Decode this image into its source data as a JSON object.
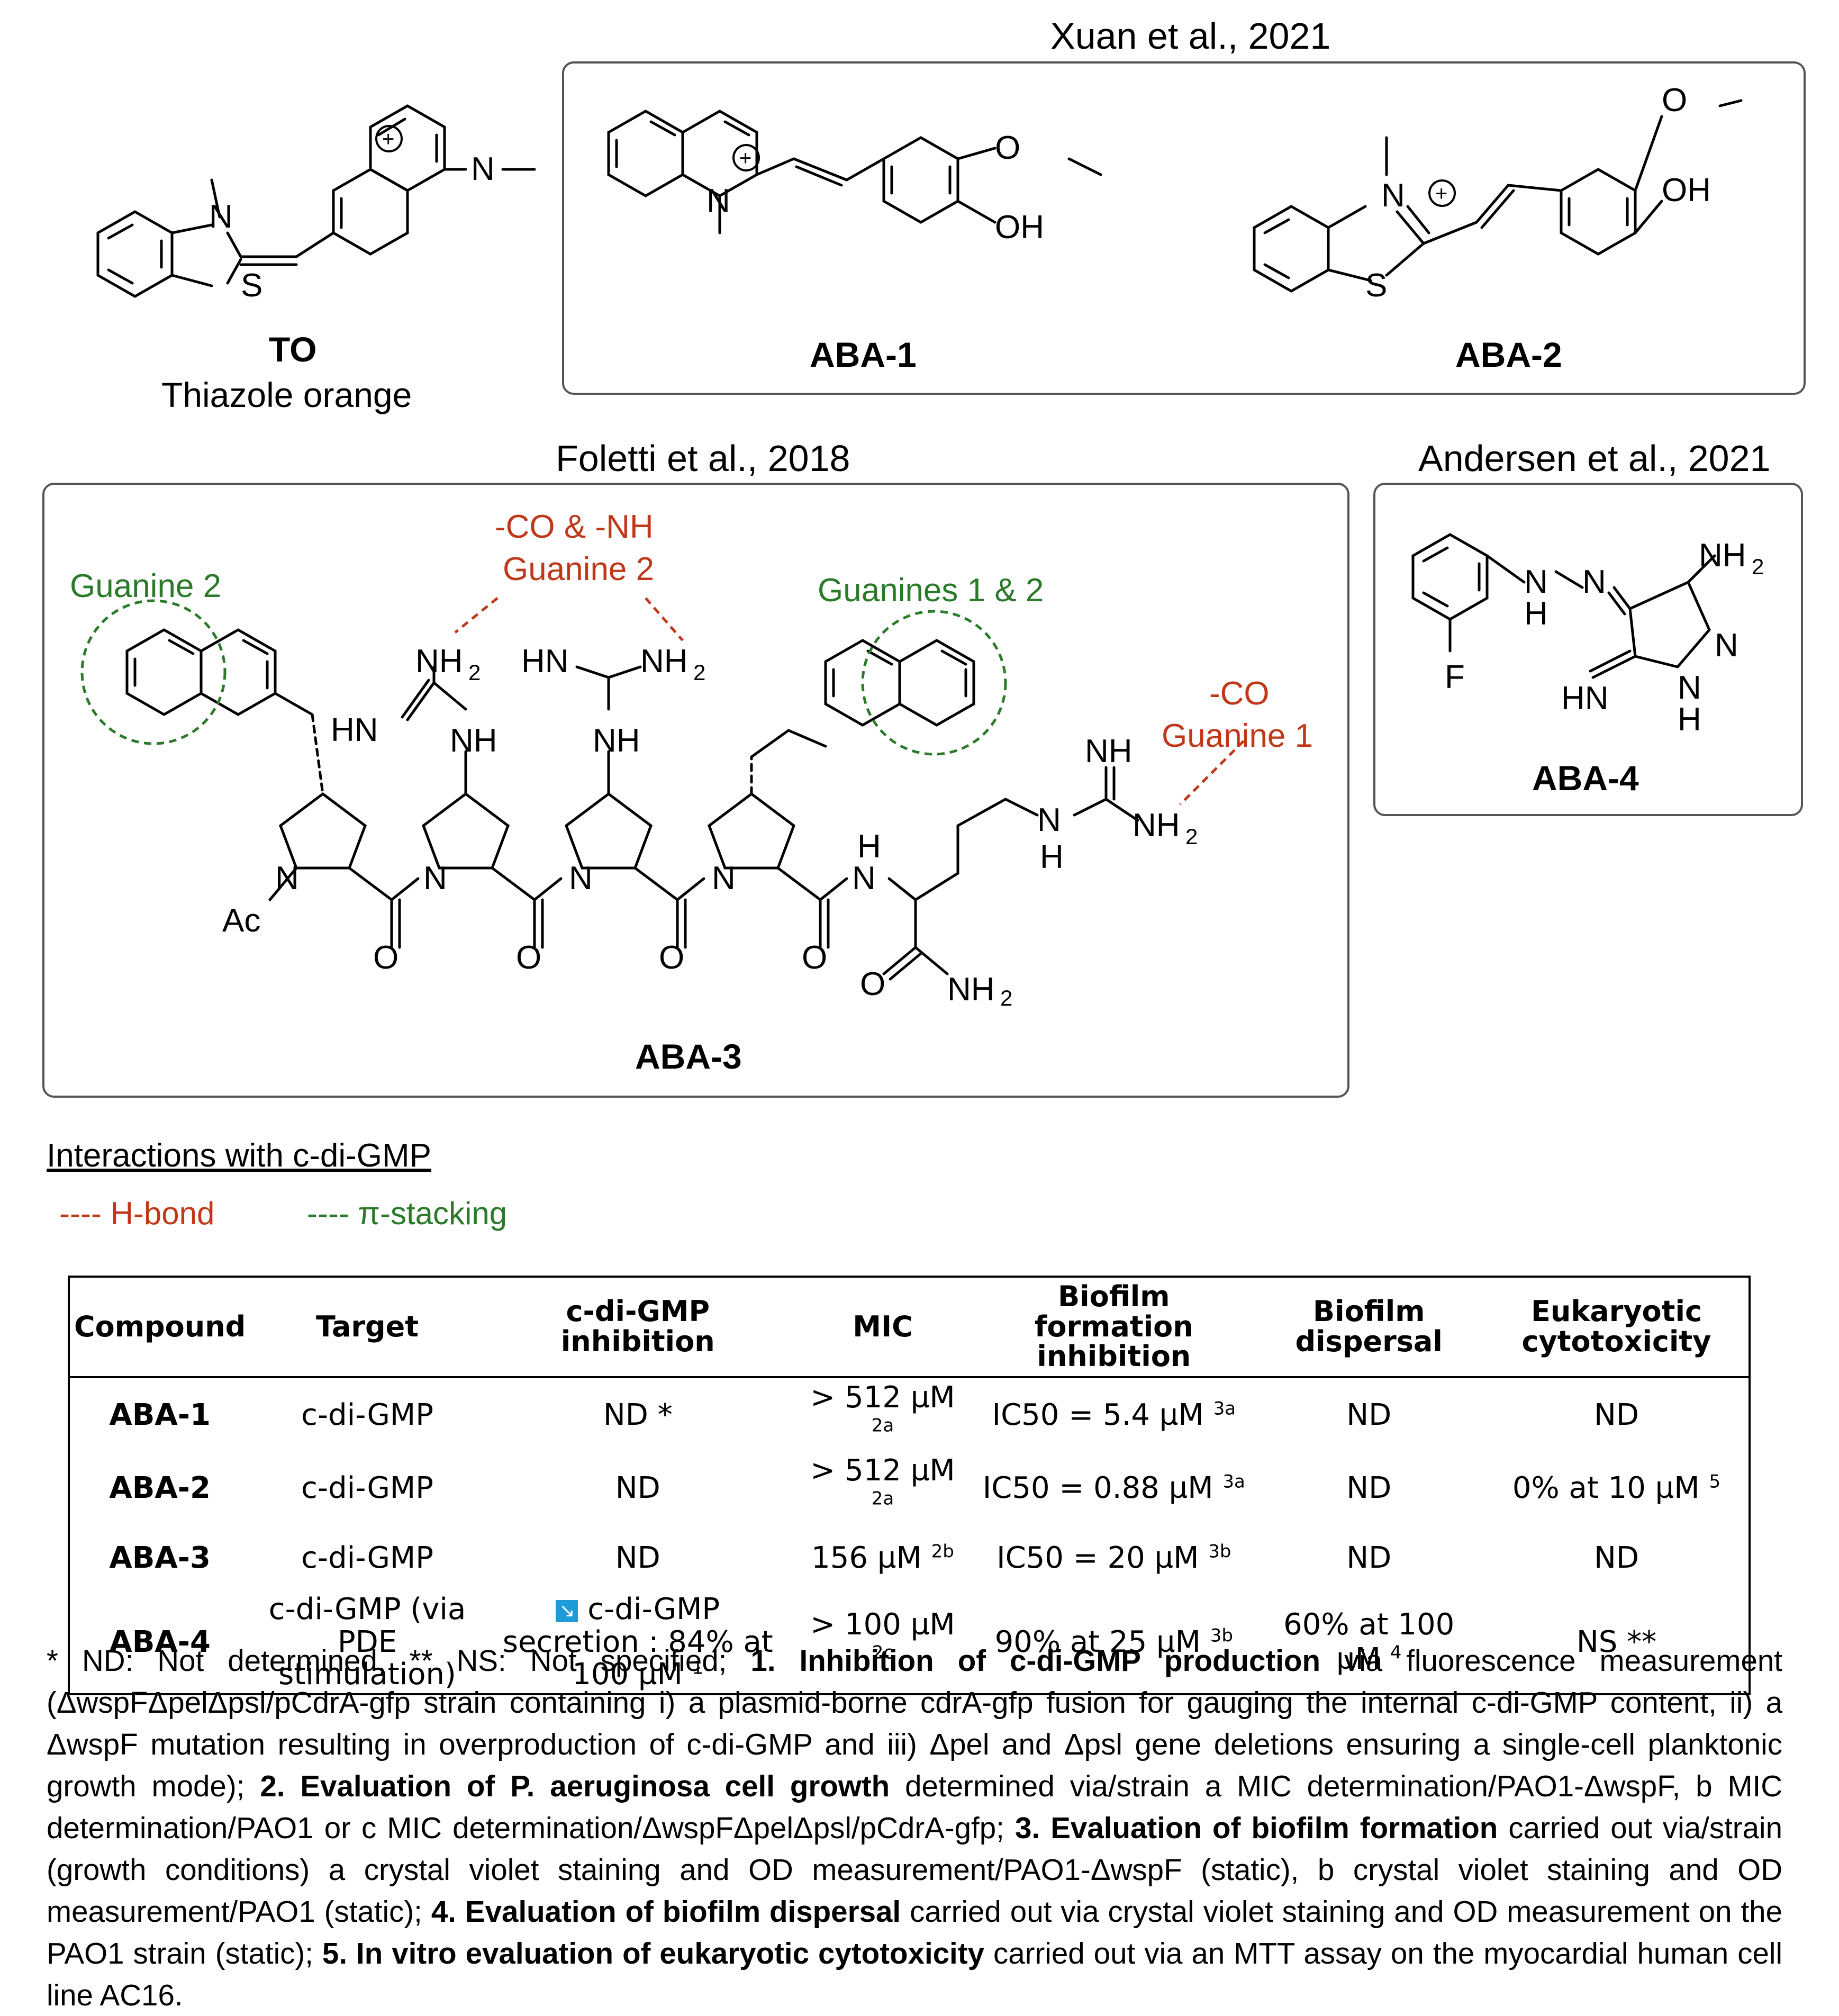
{
  "citations": {
    "xuan": "Xuan et al., 2021",
    "foletti": "Foletti et al., 2018",
    "andersen": "Andersen et al., 2021"
  },
  "compounds": {
    "to_code": "TO",
    "to_name": "Thiazole orange",
    "aba1": "ABA-1",
    "aba2": "ABA-2",
    "aba3": "ABA-3",
    "aba4": "ABA-4"
  },
  "annotations": {
    "guanine2_left": "Guanine 2",
    "co_nh_line1": "-CO & -NH",
    "co_nh_line2": "Guanine 2",
    "guanines12": "Guanines 1 & 2",
    "co_line1": "-CO",
    "co_line2": "Guanine 1"
  },
  "legend": {
    "title": "Interactions with c-di-GMP",
    "hbond": "---- H-bond",
    "pi": "---- π-stacking"
  },
  "colors": {
    "hbond": "#c0381a",
    "pi": "#2a7a2a",
    "box_border": "#555555",
    "badge": "#1e9bd8"
  },
  "table": {
    "headers": [
      "Compound",
      "Target",
      "c-di-GMP inhibition",
      "MIC",
      "Biofilm formation inhibition",
      "Biofilm dispersal",
      "Eukaryotic cytotoxicity"
    ],
    "rows": [
      {
        "compound": "ABA-1",
        "target": "c-di-GMP",
        "inhibition": "ND *",
        "mic": "> 512 µM",
        "mic_ref": "2a",
        "biofilm": "IC50 = 5.4 µM",
        "biofilm_ref": "3a",
        "dispersal": "ND",
        "dispersal_ref": "",
        "cyto": "ND",
        "cyto_ref": ""
      },
      {
        "compound": "ABA-2",
        "target": "c-di-GMP",
        "inhibition": "ND",
        "mic": "> 512 µM",
        "mic_ref": "2a",
        "biofilm": "IC50 = 0.88 µM",
        "biofilm_ref": "3a",
        "dispersal": "ND",
        "dispersal_ref": "",
        "cyto": "0% at 10 µM",
        "cyto_ref": "5"
      },
      {
        "compound": "ABA-3",
        "target": "c-di-GMP",
        "inhibition": "ND",
        "mic": "156 µM",
        "mic_ref": "2b",
        "biofilm": "IC50 = 20 µM",
        "biofilm_ref": "3b",
        "dispersal": "ND",
        "dispersal_ref": "",
        "cyto": "ND",
        "cyto_ref": ""
      },
      {
        "compound": "ABA-4",
        "target": "c-di-GMP (via PDE stimulation)",
        "inhibition": "c-di-GMP secretion : 84% at 100 µM",
        "inhibition_ref": "1",
        "mic": "> 100 µM",
        "mic_ref": "2c",
        "biofilm": "90% at 25 µM",
        "biofilm_ref": "3b",
        "dispersal": "60% at 100 µM",
        "dispersal_ref": "4",
        "cyto": "NS **",
        "cyto_ref": ""
      }
    ]
  },
  "footnotes": {
    "p1": "* ND: Not determined, ** NS: Not specified; ",
    "h1": "1. Inhibition of c-di-GMP production",
    "t1": " via fluorescence measurement (ΔwspFΔpelΔpsl/pCdrA-gfp strain containing i) a plasmid-borne cdrA-gfp fusion for gauging the internal c-di-GMP content, ii) a ΔwspF mutation resulting in overproduction of c-di-GMP and iii) Δpel and Δpsl gene deletions ensuring a single-cell planktonic growth mode); ",
    "h2": "2. Evaluation of P. aeruginosa cell growth",
    "t2": " determined via/strain a MIC determination/PAO1-ΔwspF, b MIC determination/PAO1 or c MIC determination/ΔwspFΔpelΔpsl/pCdrA-gfp; ",
    "h3": "3. Evaluation of biofilm formation",
    "t3": " carried out via/strain (growth conditions) a crystal violet staining and OD measurement/PAO1-ΔwspF (static), b crystal violet staining and OD measurement/PAO1 (static); ",
    "h4": "4. Evaluation of biofilm dispersal",
    "t4": " carried out via crystal violet staining and OD measurement on the PAO1 strain (static); ",
    "h5": "5. In vitro evaluation of eukaryotic cytotoxicity",
    "t5": " carried out via an MTT assay on the myocardial human cell line AC16."
  }
}
